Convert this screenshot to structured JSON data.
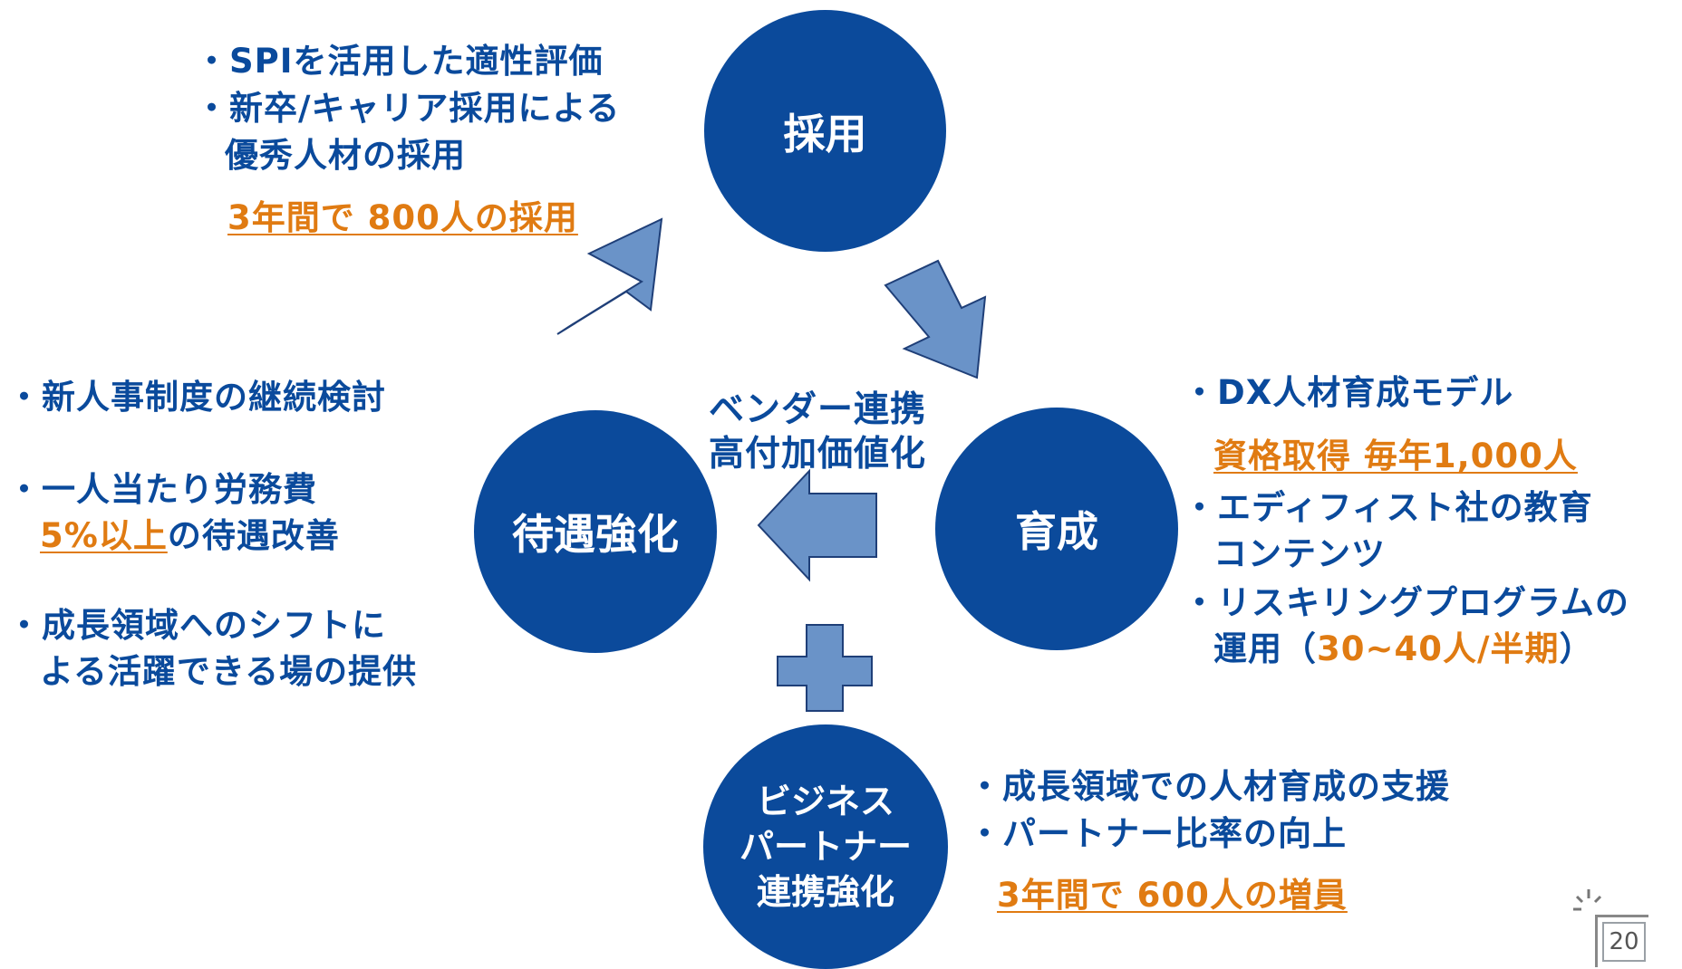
{
  "center": {
    "line1": "ベンダー連携",
    "line2": "高付加価値化"
  },
  "circles": {
    "saiyo": "採用",
    "ikusei": "育成",
    "taigu": "待遇強化",
    "partner": [
      "ビジネス",
      "パートナー",
      "連携強化"
    ]
  },
  "saiyo_block": {
    "bullet1": "・SPIを活用した適性評価",
    "bullet2a": "・新卒/キャリア採用による",
    "bullet2b": "優秀人材の採用",
    "highlight": "3年間で 800人の採用"
  },
  "taigu_block": {
    "bullet1": "・新人事制度の継続検討",
    "bullet2a": "・一人当たり労務費",
    "bullet2b_highlight": "5%以上",
    "bullet2b_rest": "の待遇改善",
    "bullet3a": "・成長領域へのシフトに",
    "bullet3b": "よる活躍できる場の提供"
  },
  "ikusei_block": {
    "bullet1": "・DX人材育成モデル",
    "highlight": "資格取得 毎年1,000人",
    "bullet2a": "・エディフィスト社の教育",
    "bullet2b": "コンテンツ",
    "bullet3a": "・リスキリングプログラムの",
    "bullet3b_pre": "運用（",
    "bullet3b_highlight": "30~40人/半期",
    "bullet3b_post": "）"
  },
  "partner_block": {
    "bullet1": "・成長領域での人材育成の支援",
    "bullet2": "・パートナー比率の向上",
    "highlight": "3年間で 600人の増員"
  },
  "page_number": "20",
  "colors": {
    "navy": "#0b4a9b",
    "text_blue": "#0a4a9c",
    "arrow_fill": "#6a93c8",
    "arrow_stroke": "#1f3f78",
    "orange": "#e07b12"
  }
}
